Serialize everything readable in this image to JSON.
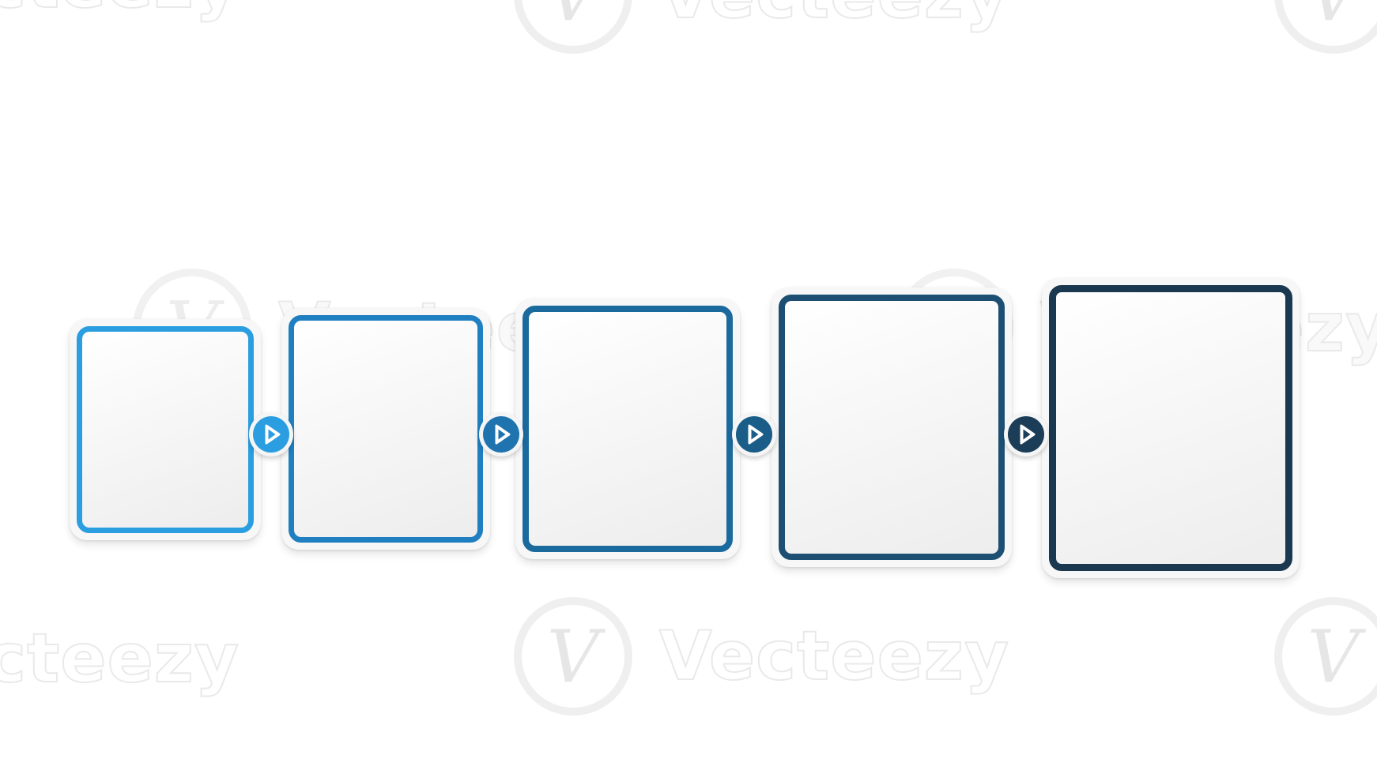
{
  "watermark": {
    "text": "Vecteezy",
    "logo_glyph": "V"
  },
  "steps": [
    {
      "id": "step-1",
      "border_color": "#2a9ee0",
      "border_color_end": "#1f8fd4"
    },
    {
      "id": "step-2",
      "border_color": "#1f7fc1",
      "border_color_end": "#1c6fae"
    },
    {
      "id": "step-3",
      "border_color": "#1b6a9e",
      "border_color_end": "#1a5a86"
    },
    {
      "id": "step-4",
      "border_color": "#1d4f72",
      "border_color_end": "#183e5a"
    },
    {
      "id": "step-5",
      "border_color": "#1a3850",
      "border_color_end": "#101d2a"
    }
  ],
  "arrows": [
    {
      "id": "arrow-1",
      "icon": "play-arrow-icon",
      "color": "#2a9ee0"
    },
    {
      "id": "arrow-2",
      "icon": "play-arrow-icon",
      "color": "#1f74b0"
    },
    {
      "id": "arrow-3",
      "icon": "play-arrow-icon",
      "color": "#1a5d88"
    },
    {
      "id": "arrow-4",
      "icon": "play-arrow-icon",
      "color": "#1b3d58"
    }
  ]
}
